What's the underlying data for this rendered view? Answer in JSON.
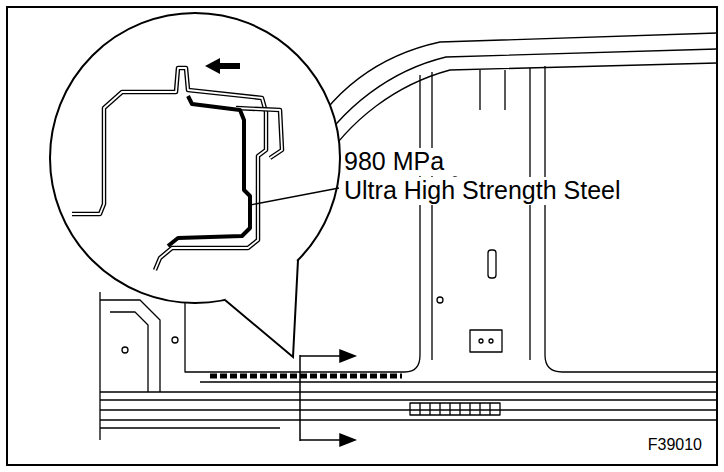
{
  "diagram": {
    "labels": [
      "980 MPa",
      "Ultra High Strength Steel",
      "F39010"
    ]
  }
}
